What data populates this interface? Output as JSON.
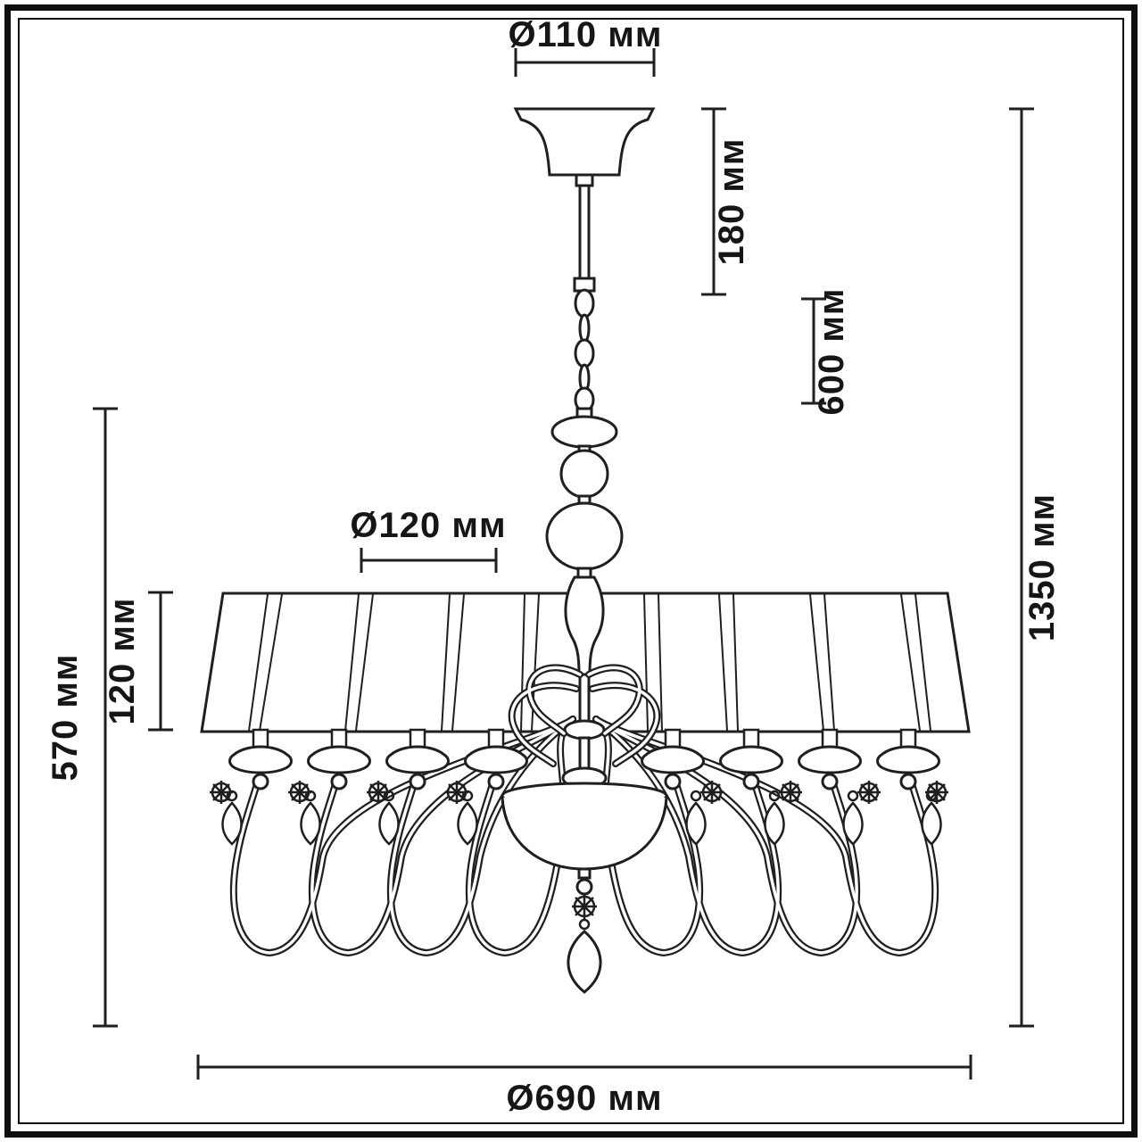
{
  "drawing": {
    "kind": "chandelier technical dimension drawing",
    "dims": {
      "canopy_diameter": "Ø110 мм",
      "rod_height": "180 мм",
      "chain_length": "600 мм",
      "total_height": "1350 мм",
      "shade_panel_diameter": "Ø120 мм",
      "shade_height": "120 мм",
      "body_height": "570 мм",
      "overall_diameter": "Ø690 мм"
    }
  }
}
